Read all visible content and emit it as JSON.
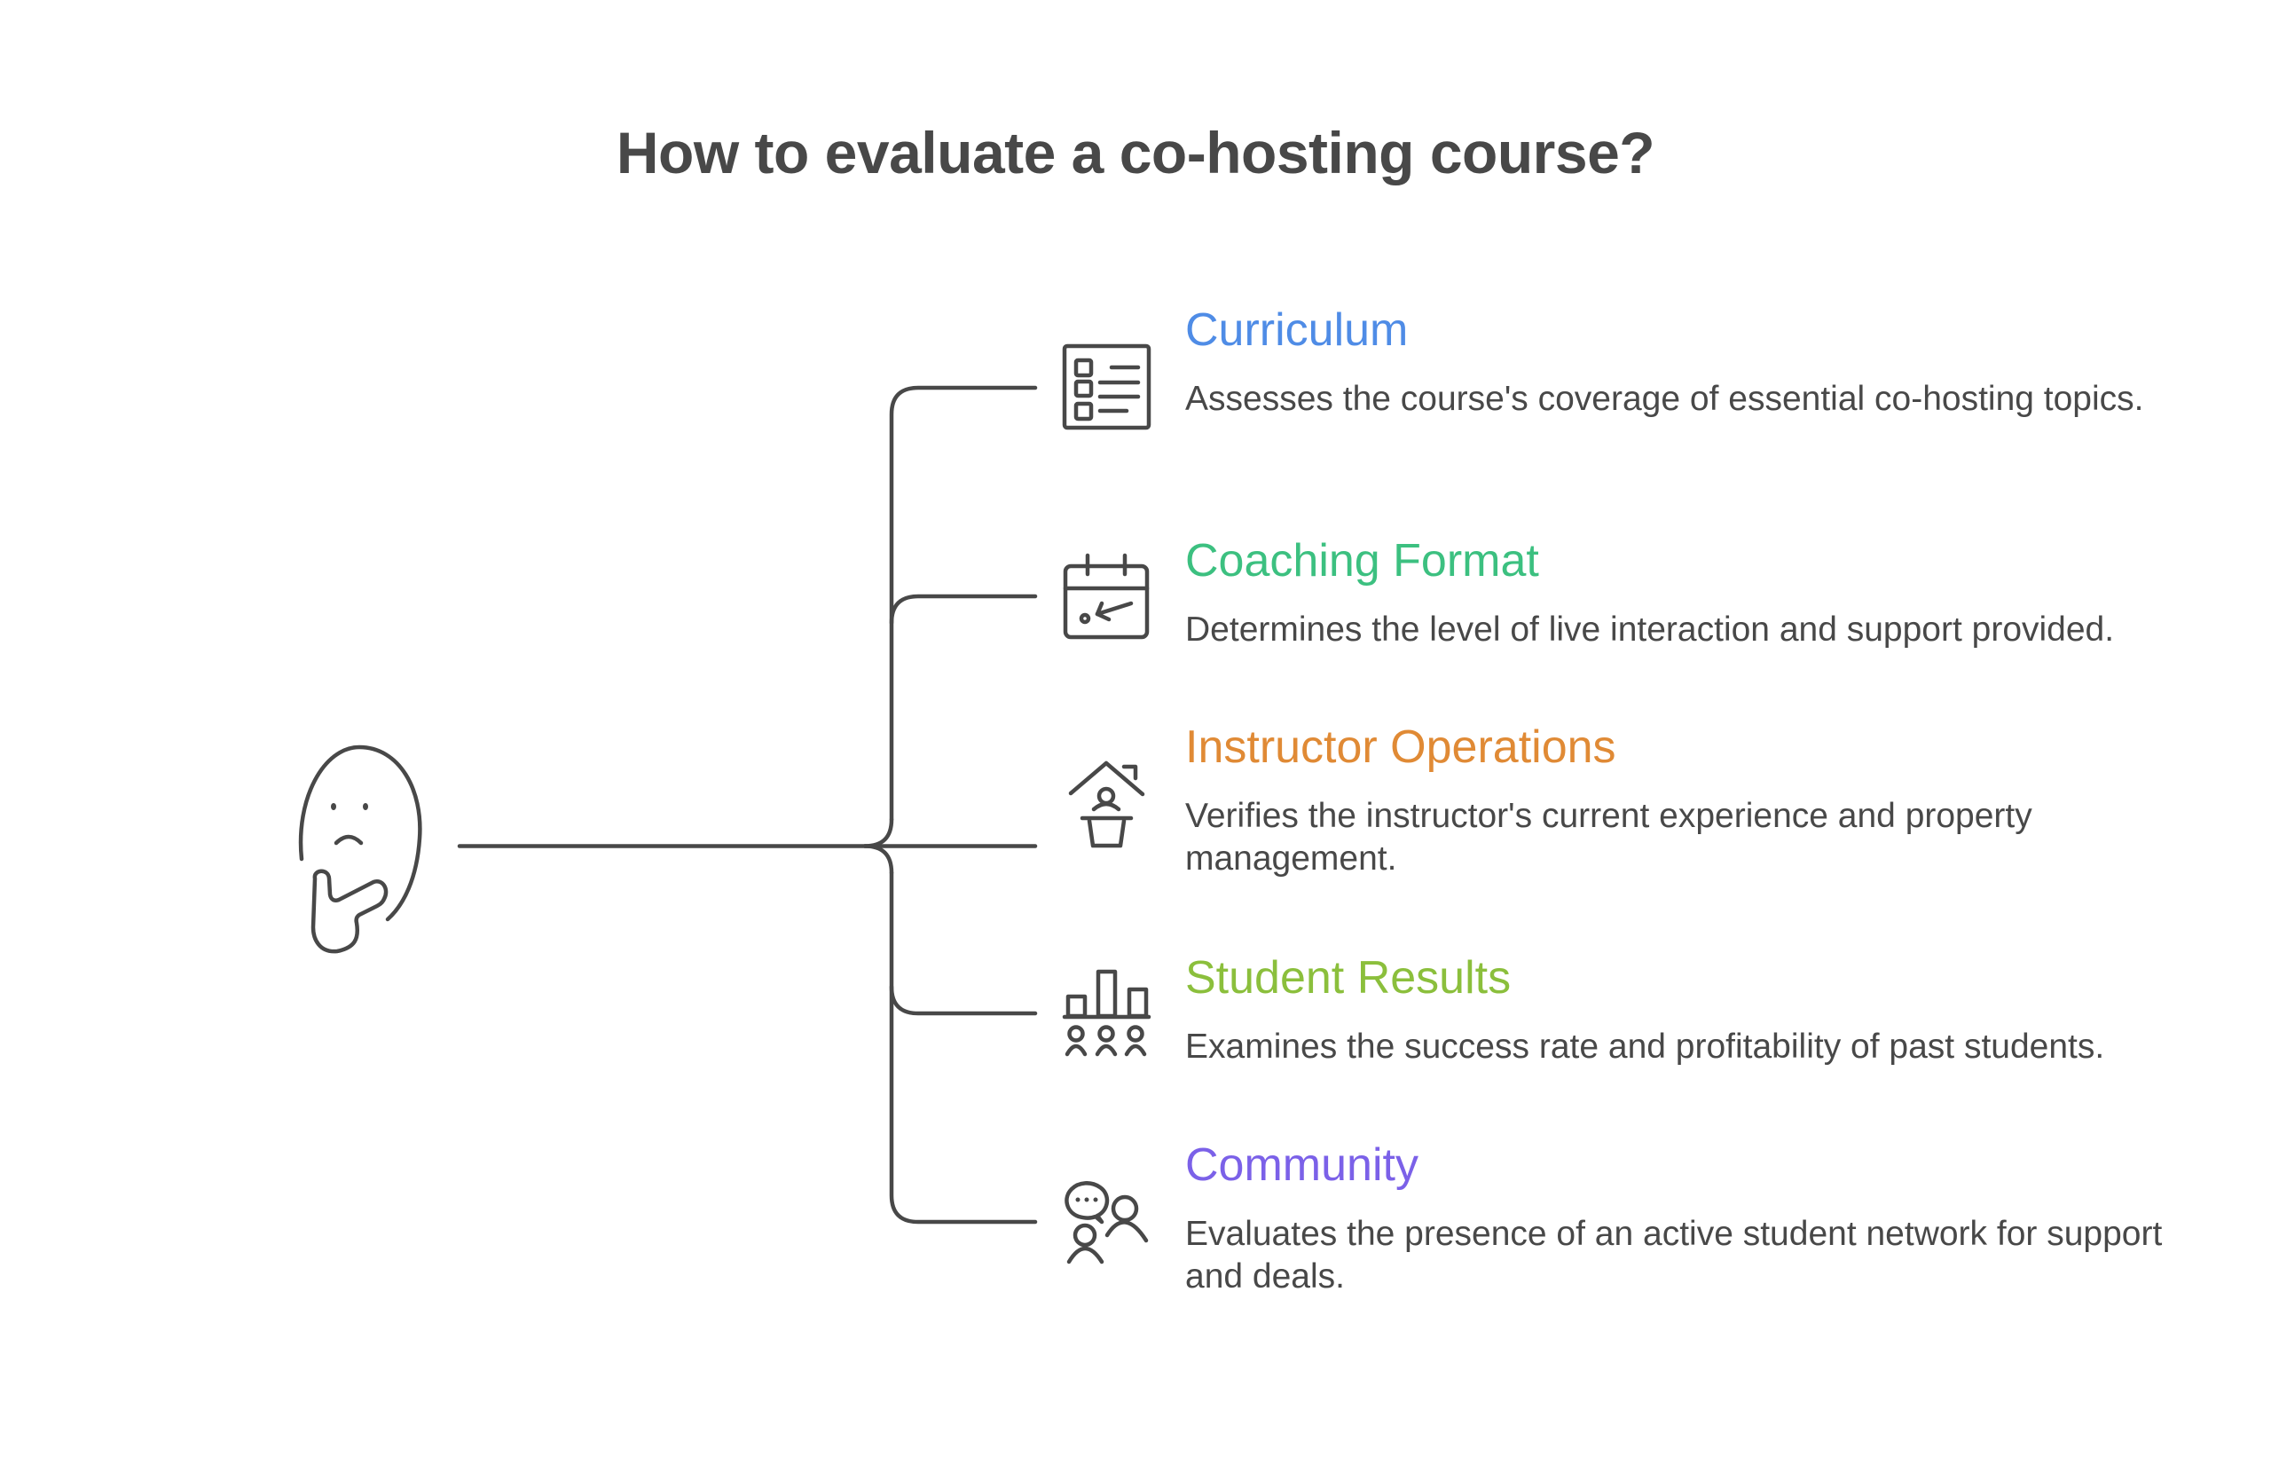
{
  "diagram": {
    "title": "How to evaluate a co-hosting course?",
    "root_icon": "thinking-face-icon",
    "line_color": "#484848",
    "items": [
      {
        "id": "curriculum",
        "title": "Curriculum",
        "color": "#4f8ce6",
        "icon": "checklist-icon",
        "description": "Assesses the course's coverage of essential co-hosting topics."
      },
      {
        "id": "coaching-format",
        "title": "Coaching Format",
        "color": "#3cc080",
        "icon": "calendar-icon",
        "description": "Determines the level of live interaction and support provided."
      },
      {
        "id": "instructor-operations",
        "title": "Instructor Operations",
        "color": "#e08a35",
        "icon": "instructor-house-icon",
        "description": "Verifies the instructor's current experience and property management."
      },
      {
        "id": "student-results",
        "title": "Student Results",
        "color": "#8bbf3c",
        "icon": "bar-chart-people-icon",
        "description": "Examines the success rate and profitability of past students."
      },
      {
        "id": "community",
        "title": "Community",
        "color": "#7b61e8",
        "icon": "community-chat-icon",
        "description": "Evaluates the presence of an active student network for support and deals."
      }
    ]
  }
}
